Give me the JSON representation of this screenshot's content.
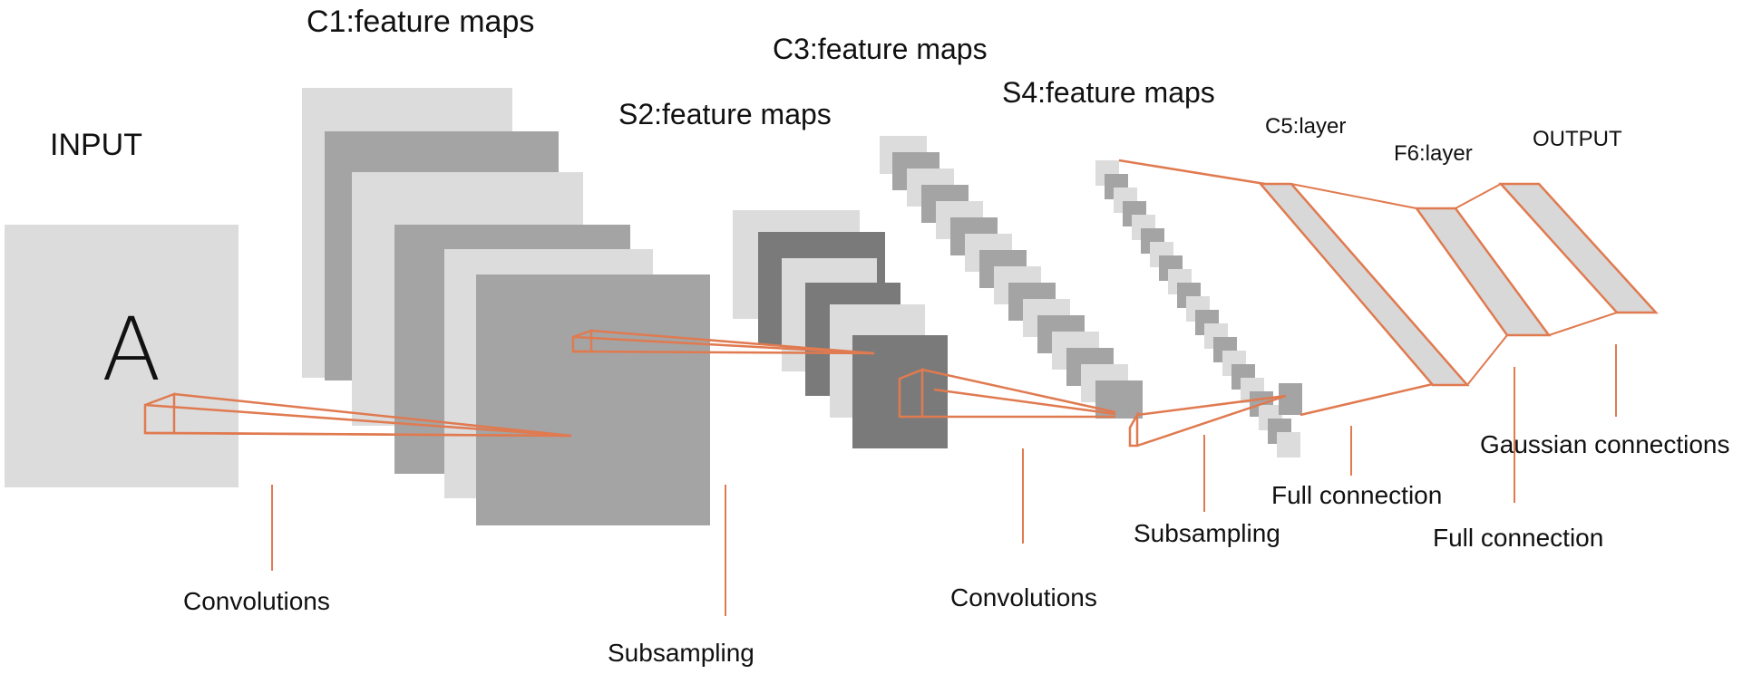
{
  "colors": {
    "connector": "#e07a50",
    "light_map": "#dcdcdc",
    "mid_map": "#a4a4a4",
    "dark_map": "#7a7a7a",
    "fc_band": "#d8d8d8",
    "text": "#111111"
  },
  "layers": {
    "input": "INPUT",
    "c1": "C1:feature maps",
    "s2": "S2:feature maps",
    "c3": "C3:feature maps",
    "s4": "S4:feature maps",
    "c5": "C5:layer",
    "f6": "F6:layer",
    "output": "OUTPUT"
  },
  "input_glyph": "A",
  "operations": {
    "conv1": "Convolutions",
    "sub1": "Subsampling",
    "conv2": "Convolutions",
    "sub2": "Subsampling",
    "full1": "Full connection",
    "full2": "Full connection",
    "gauss": "Gaussian connections"
  }
}
